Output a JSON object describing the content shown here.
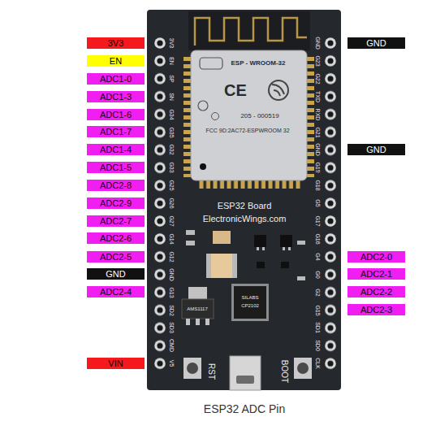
{
  "diagram": {
    "caption": "ESP32 ADC Pin",
    "nodes": [
      {
        "text": [
          "3V3"
        ]
      },
      {
        "text": [
          "GND"
        ]
      },
      {
        "text": [
          "EN"
        ]
      },
      {
        "text": [
          "ADC1-0"
        ]
      },
      {
        "text": [
          "ADC1-3"
        ]
      },
      {
        "text": [
          "ADC1-6"
        ]
      },
      {
        "text": [
          "ADC1-7"
        ]
      },
      {
        "text": [
          "ADC1-4"
        ]
      },
      {
        "text": [
          "GND"
        ]
      },
      {
        "text": [
          "ADC1-5"
        ]
      },
      {
        "text": [
          "ADC2-8"
        ]
      },
      {
        "text": [
          "ADC2-9"
        ]
      },
      {
        "text": [
          "ADC2-7"
        ]
      },
      {
        "text": [
          "ADC2-6"
        ]
      },
      {
        "text": [
          "ADC2-5"
        ]
      },
      {
        "text": [
          "ADC2-0"
        ]
      },
      {
        "text": [
          "GND"
        ]
      },
      {
        "text": [
          "ADC2-1"
        ]
      },
      {
        "text": [
          "ADC2-4"
        ]
      },
      {
        "text": [
          "ADC2-2"
        ]
      },
      {
        "text": [
          "ADC2-3"
        ]
      },
      {
        "text": [
          "VIN"
        ]
      }
    ],
    "labels": [
      "3V3",
      "EN",
      "SP",
      "SN",
      "G34",
      "G35",
      "G32",
      "G33",
      "G25",
      "G26",
      "G27",
      "G14",
      "G12",
      "GND",
      "G13",
      "SD2",
      "SD3",
      "CMD",
      "V5",
      "GND",
      "G23",
      "G22",
      "TXD",
      "RXD",
      "G21",
      "GND",
      "G19",
      "G18",
      "G5",
      "G17",
      "G16",
      "G4",
      "G0",
      "G2",
      "G15",
      "SD1",
      "SD0",
      "CLK",
      "ESP - WROOM-32",
      "CE",
      "205 - 000519",
      "FCC 9D:2AC72-ESPWROOM 32",
      "ESP32 Board",
      "ElectronicWings.com",
      "AMS1117",
      "SILABS",
      "CP2102",
      "RST",
      "BOOT"
    ]
  }
}
